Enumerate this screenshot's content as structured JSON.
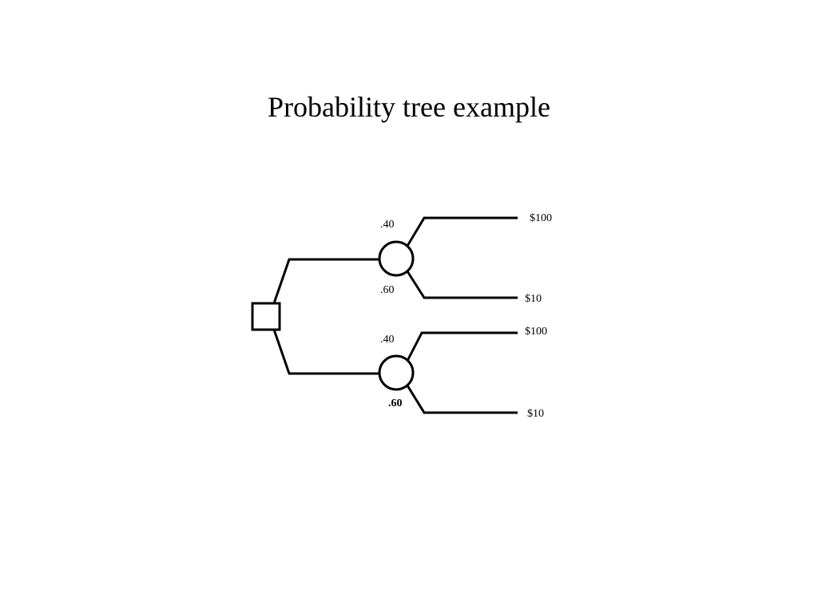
{
  "title": "Probability tree example",
  "tree": {
    "upper_branch": {
      "prob_top": ".40",
      "prob_bottom": ".60",
      "payoff_top": "$100",
      "payoff_bottom": "$10"
    },
    "lower_branch": {
      "prob_top": ".40",
      "prob_bottom": ".60",
      "payoff_top": "$100",
      "payoff_bottom": "$10"
    }
  }
}
